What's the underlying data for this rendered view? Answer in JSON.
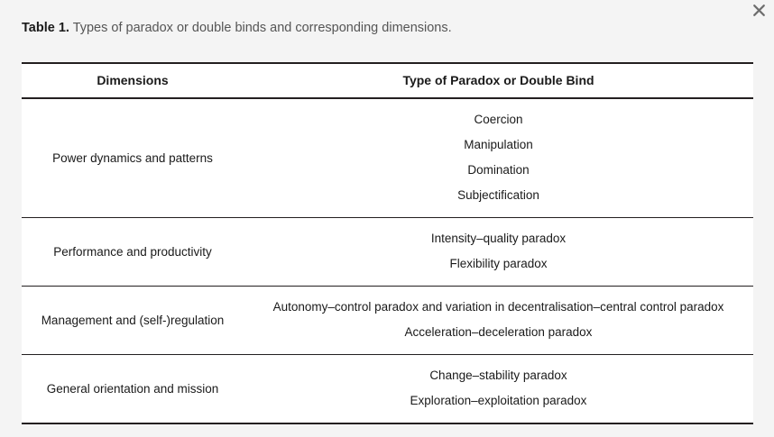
{
  "window": {
    "close_icon": "close-icon",
    "background_color": "#f4f4f4",
    "panel_color": "#ffffff",
    "rule_color": "#231f20"
  },
  "caption": {
    "label": "Table 1.",
    "text": " Types of paradox or double binds and corresponding dimensions."
  },
  "table": {
    "headers": [
      "Dimensions",
      "Type of Paradox or Double Bind"
    ],
    "groups": [
      {
        "dimension": "Power dynamics and patterns",
        "types": [
          "Coercion",
          "Manipulation",
          "Domination",
          "Subjectification"
        ]
      },
      {
        "dimension": "Performance and productivity",
        "types": [
          "Intensity–quality paradox",
          "Flexibility paradox"
        ]
      },
      {
        "dimension": "Management and (self-)regulation",
        "types": [
          "Autonomy–control paradox and variation in decentralisation–central control paradox",
          "Acceleration–deceleration paradox"
        ]
      },
      {
        "dimension": "General orientation and mission",
        "types": [
          "Change–stability paradox",
          "Exploration–exploitation paradox"
        ]
      }
    ]
  }
}
